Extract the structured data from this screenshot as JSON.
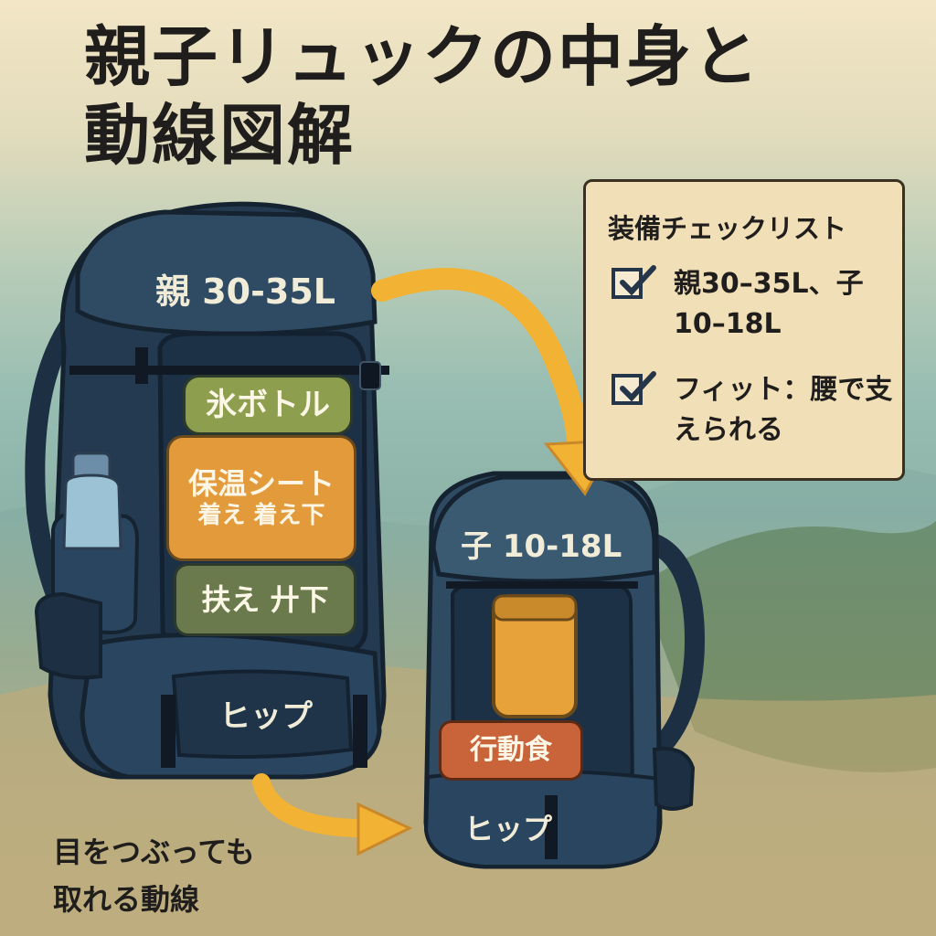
{
  "title": {
    "line1": "親子リュックの中身と",
    "line2": "動線図解"
  },
  "parent_pack": {
    "label": "親 30-35L",
    "items": [
      {
        "label": "氷ボトル"
      },
      {
        "label": "保温シート",
        "sub": "着え 着え下"
      },
      {
        "label": "扶え 廾下"
      }
    ],
    "hip_label": "ヒップ"
  },
  "child_pack": {
    "label": "子 10-18L",
    "items": [
      {
        "label": "行動食"
      }
    ],
    "hip_label": "ヒップ"
  },
  "checklist": {
    "title": "装備チェックリスト",
    "items": [
      {
        "text": "親30–35L、子10–18L",
        "checked": true
      },
      {
        "text": "フィット：腰で支えられる",
        "checked": true
      }
    ]
  },
  "caption": {
    "line1": "目をつぶっても",
    "line2": "取れる動線"
  },
  "colors": {
    "pack_dark": "#233a50",
    "pack_mid": "#2f4b63",
    "item_green": "#8e9e4f",
    "item_orange": "#e39a3a",
    "item_olive": "#6b7a4c",
    "item_red": "#c8633a",
    "arrow": "#f2b233",
    "checklist_bg": "#f1dfb7"
  }
}
